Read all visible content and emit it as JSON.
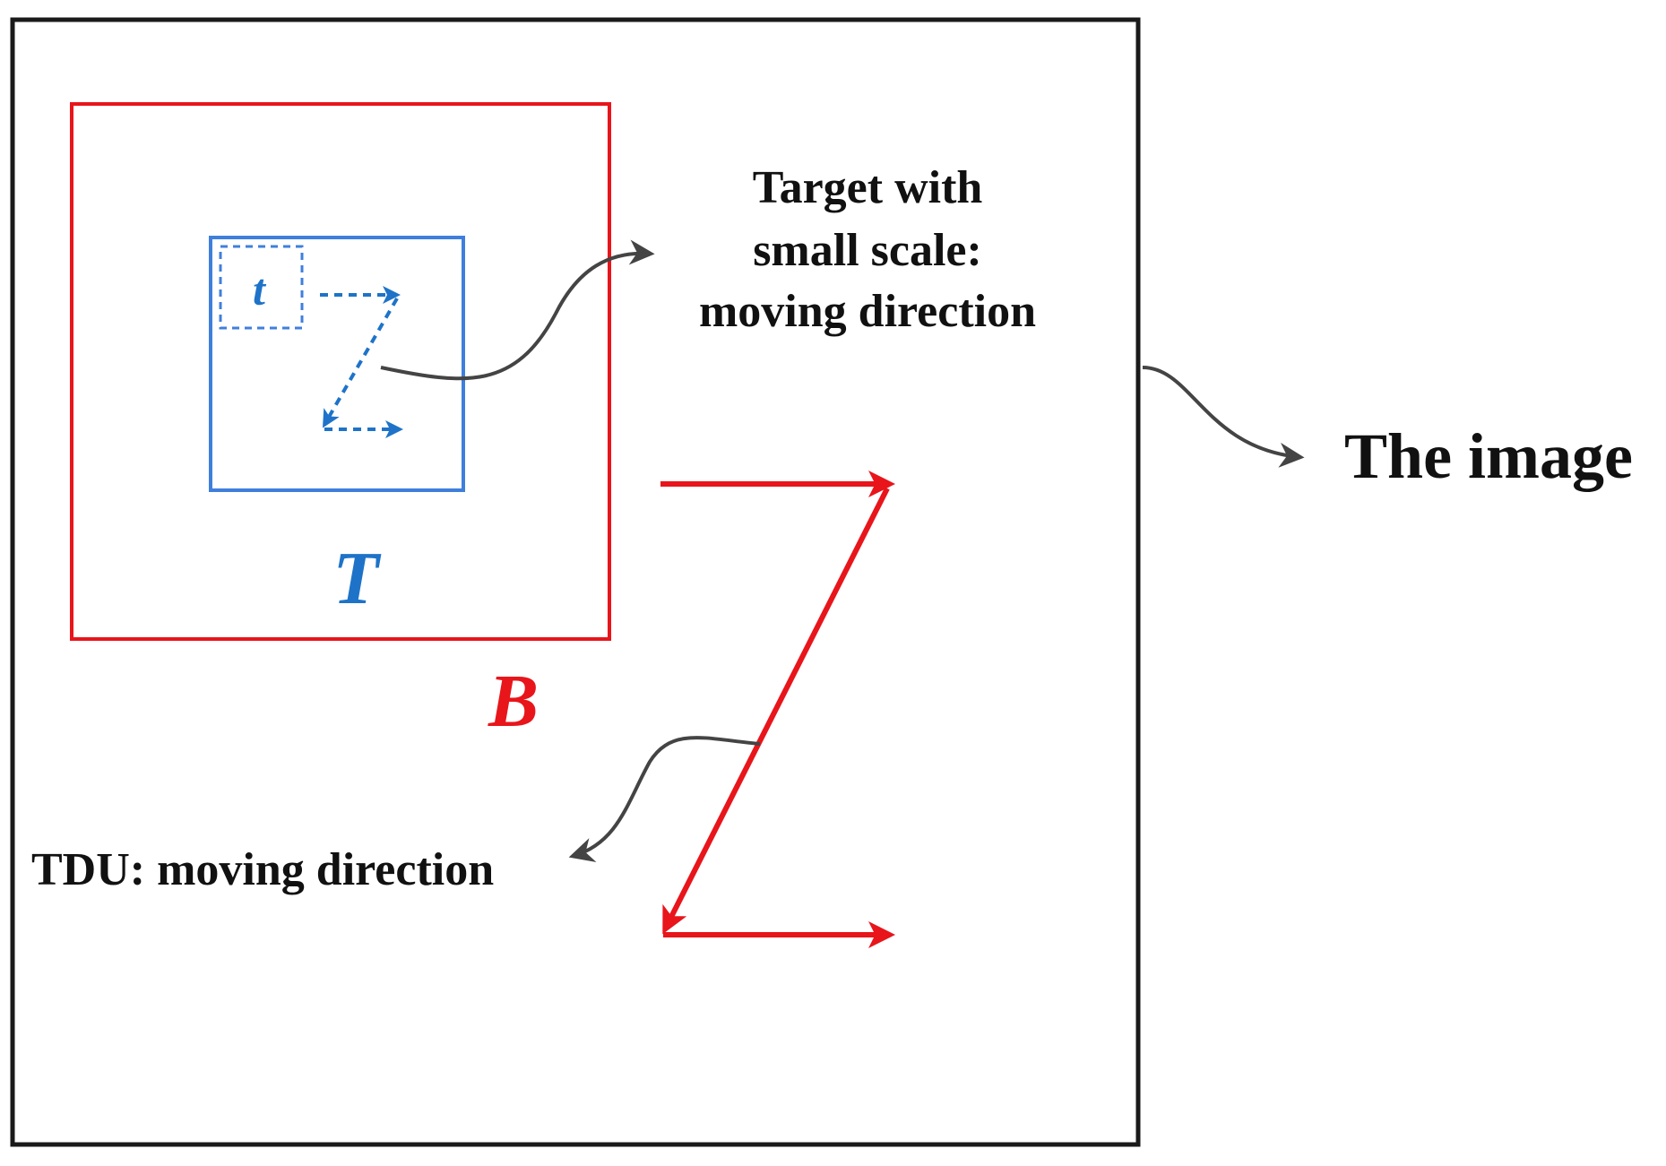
{
  "labels": {
    "target_line1": "Target with",
    "target_line2": "small scale:",
    "target_line3": "moving direction",
    "image_label": "The image",
    "tdu_label": "TDU: moving direction",
    "big_block_letter": "B",
    "block_letter": "T",
    "small_block_letter": "t"
  },
  "colors": {
    "frame": "#1a1a1a",
    "red": "#e8151b",
    "blue": "#3f7fdc",
    "arrow_blue": "#1e73c8",
    "connector": "#444444"
  }
}
